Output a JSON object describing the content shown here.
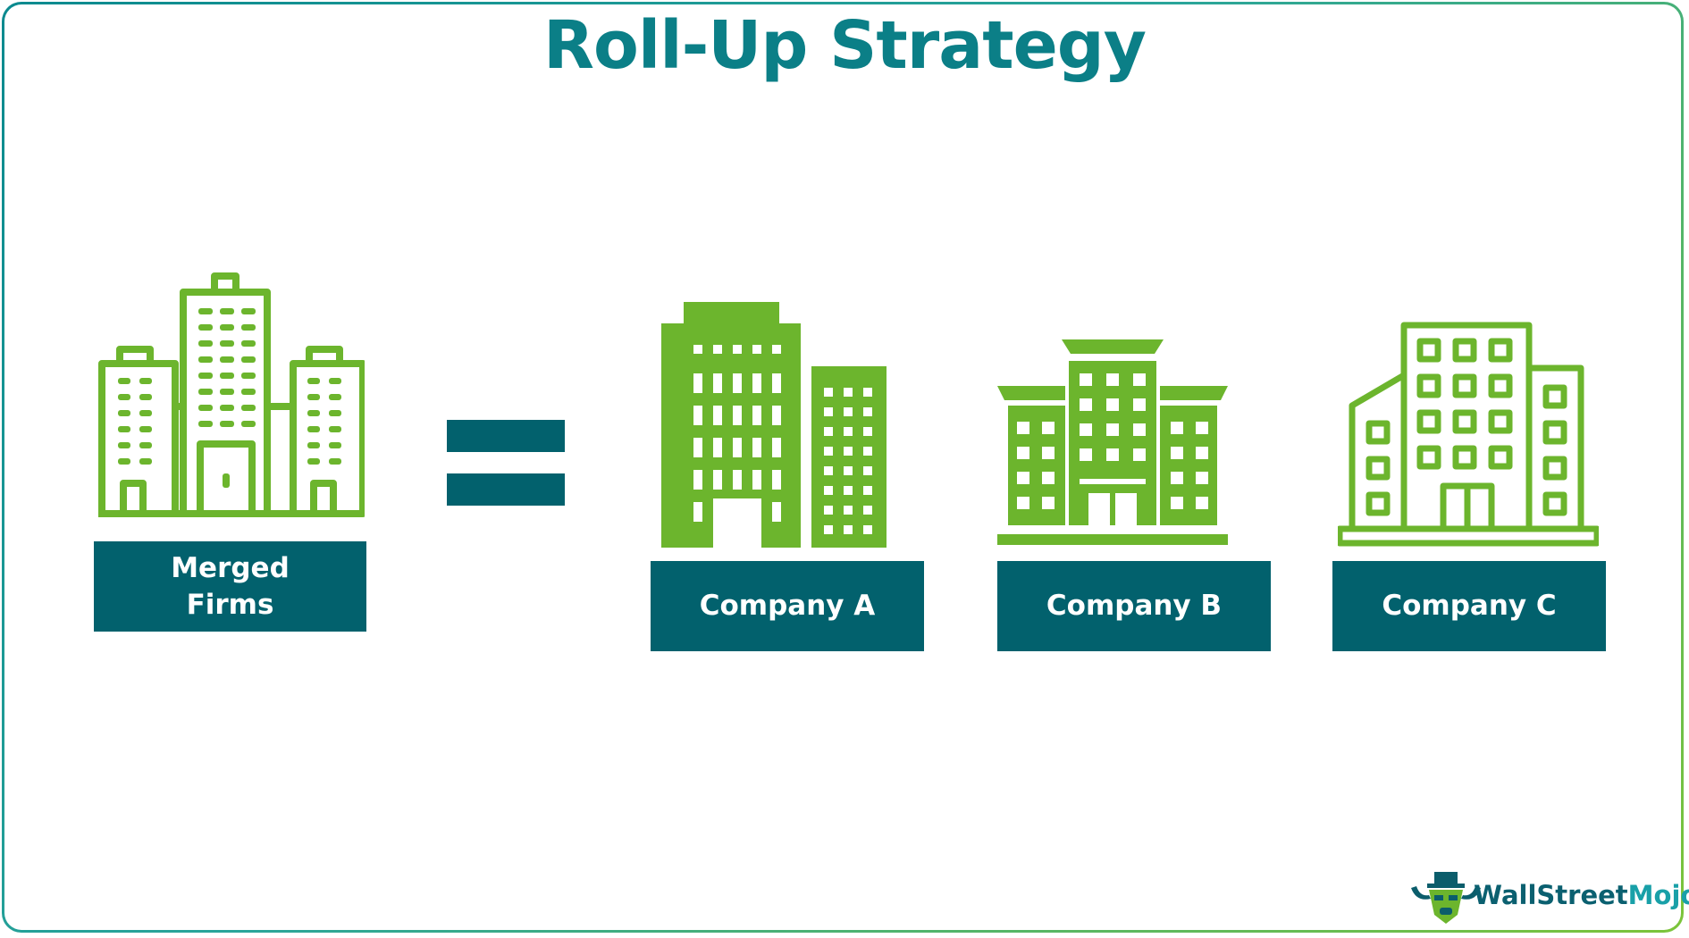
{
  "title": "Roll-Up Strategy",
  "merged": {
    "label": "Merged Firms"
  },
  "companies": [
    {
      "label": "Company A"
    },
    {
      "label": "Company B"
    },
    {
      "label": "Company C"
    }
  ],
  "logo": {
    "text_main": "WallStreet",
    "text_accent": "Mojo"
  },
  "colors": {
    "title": "#0b7f87",
    "box": "#02616d",
    "building": "#6cb52d",
    "frame_start": "#0b8a8f",
    "frame_end": "#7cc43a"
  },
  "icons": {
    "merged": "city-buildings-outline-icon",
    "company_a": "office-tower-icon",
    "company_b": "office-complex-icon",
    "company_c": "office-building-outline-icon",
    "operator": "equals-icon",
    "logo": "bull-mascot-icon"
  }
}
